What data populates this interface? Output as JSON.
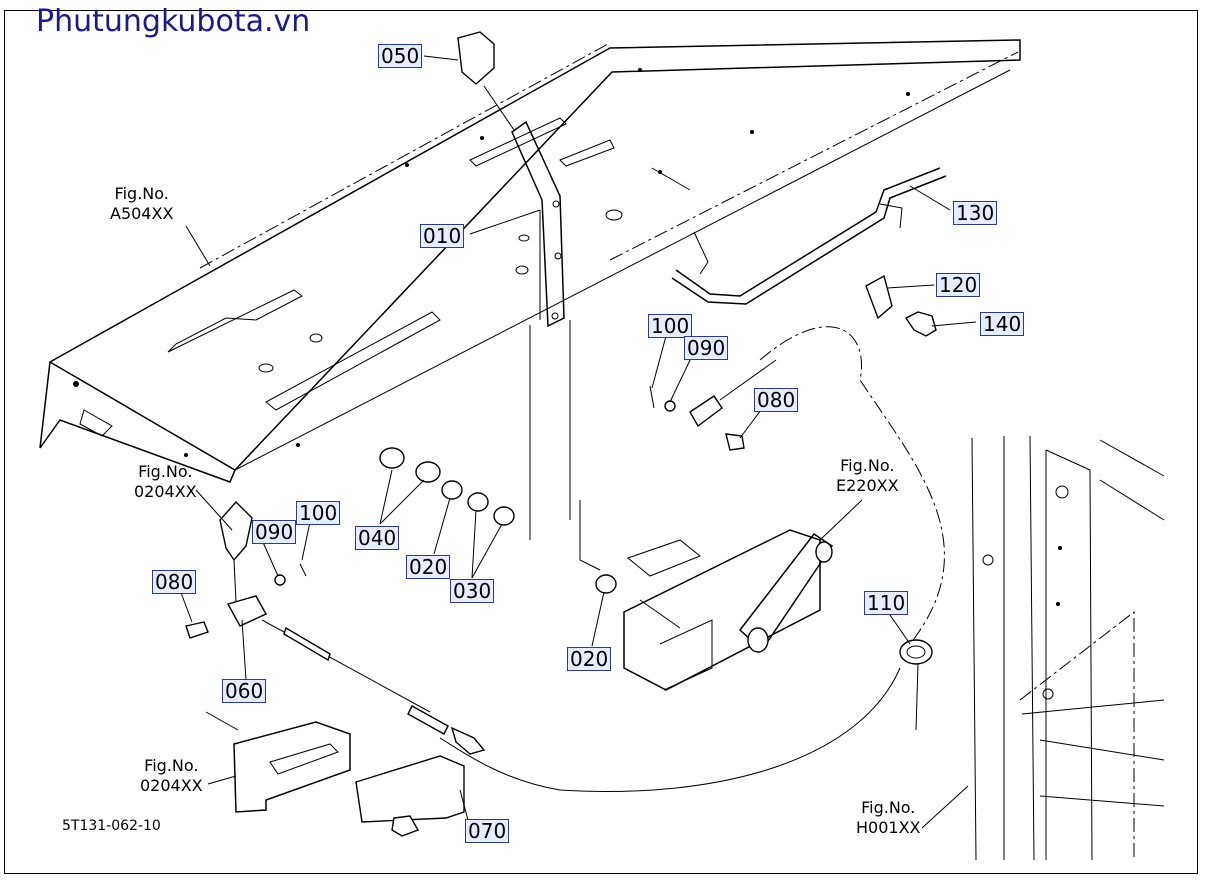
{
  "watermark": "Phutungkubota.vn",
  "diagram_code": "5T131-062-10",
  "colors": {
    "watermark": "#1a1a8c",
    "callout_fill": "#e8ecff",
    "callout_border": "#2a3b8f",
    "line": "#000000"
  },
  "callouts": {
    "p050": "050",
    "p010": "010",
    "p130": "130",
    "p120": "120",
    "p140": "140",
    "p100a": "100",
    "p090a": "090",
    "p080a": "080",
    "p090b": "090",
    "p100b": "100",
    "p080b": "080",
    "p060": "060",
    "p040": "040",
    "p020a": "020",
    "p030": "030",
    "p020b": "020",
    "p110": "110",
    "p070": "070"
  },
  "figure_refs": {
    "a504": {
      "line1": "Fig.No.",
      "line2": "A504XX"
    },
    "f0204a": {
      "line1": "Fig.No.",
      "line2": "0204XX"
    },
    "e220": {
      "line1": "Fig.No.",
      "line2": "E220XX"
    },
    "f0204b": {
      "line1": "Fig.No.",
      "line2": "0204XX"
    },
    "h001": {
      "line1": "Fig.No.",
      "line2": "H001XX"
    }
  }
}
